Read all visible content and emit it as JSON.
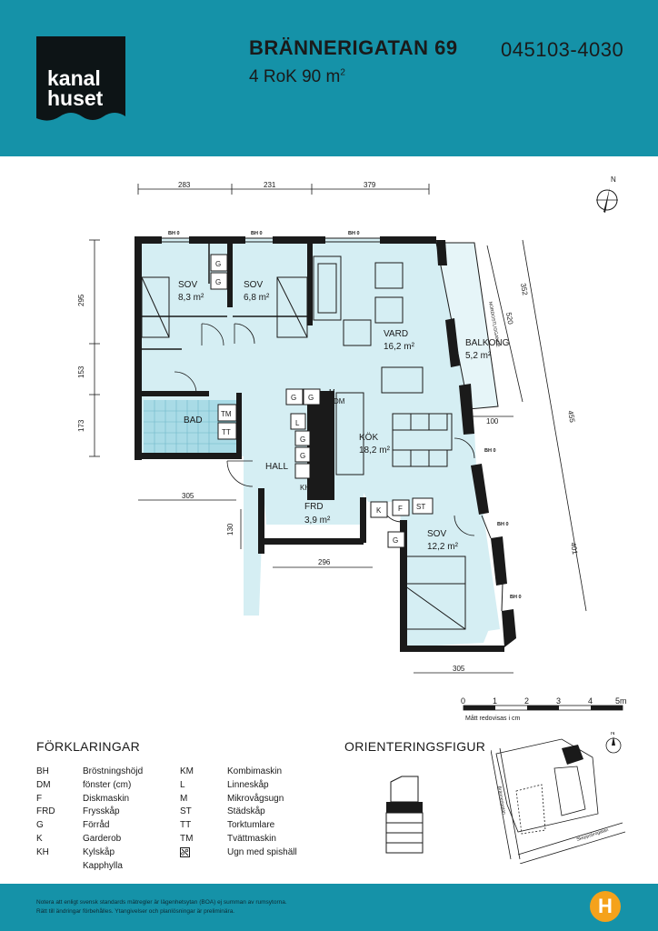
{
  "header": {
    "logo_line1": "kanal",
    "logo_line2": "huset",
    "street": "BRÄNNERIGATAN 69",
    "layout": "4 RoK 90 m",
    "layout_sup": "2",
    "apartment_number": "045103-4030",
    "background_color": "#1592a8"
  },
  "plan": {
    "rooms": {
      "sov1_name": "SOV",
      "sov1_area": "8,3 m²",
      "sov2_name": "SOV",
      "sov2_area": "6,8 m²",
      "vard_name": "VARD",
      "vard_area": "16,2 m²",
      "balkong_name": "BALKONG",
      "balkong_area": "5,2 m²",
      "bad_name": "BAD",
      "kok_name": "KÖK",
      "kok_area": "18,2 m²",
      "hall_name": "HALL",
      "frd_name": "FRD",
      "frd_area": "3,9 m²",
      "sov3_name": "SOV",
      "sov3_area": "12,2 m²"
    },
    "dimensions": {
      "top1": "283",
      "top2": "231",
      "top3": "379",
      "left1": "295",
      "left2": "153",
      "left3": "173",
      "left_bottom": "305",
      "frd_side": "130",
      "frd_bottom": "296",
      "bottom": "305",
      "right1": "352",
      "right2": "520",
      "right3": "455",
      "right4": "401",
      "balcony_depth": "100",
      "vertical_note": "NORDOSTLIGGANDE"
    },
    "fixtures": {
      "g": "G",
      "tm": "TM",
      "tt": "TT",
      "dm": "DM",
      "l": "L",
      "m": "M",
      "kh": "KH",
      "k": "K",
      "f": "F",
      "st": "ST",
      "bh": "BH 0"
    },
    "compass_label": "N",
    "scale_labels": [
      "0",
      "1",
      "2",
      "3",
      "4",
      "5m"
    ],
    "scale_caption": "Mått redovisas i cm"
  },
  "legend": {
    "heading": "FÖRKLARINGAR",
    "left_items": [
      {
        "code": "BH",
        "label": "Bröstningshöjd"
      },
      {
        "code": "",
        "label": "fönster (cm)"
      },
      {
        "code": "DM",
        "label": "Diskmaskin"
      },
      {
        "code": "F",
        "label": "Frysskåp"
      },
      {
        "code": "FRD",
        "label": "Förråd"
      },
      {
        "code": "G",
        "label": "Garderob"
      },
      {
        "code": "K",
        "label": "Kylskåp"
      },
      {
        "code": "KH",
        "label": "Kapphylla"
      }
    ],
    "right_items": [
      {
        "code": "KM",
        "label": "Kombimaskin"
      },
      {
        "code": "L",
        "label": "Linneskåp"
      },
      {
        "code": "M",
        "label": "Mikrovågsugn"
      },
      {
        "code": "ST",
        "label": "Städskåp"
      },
      {
        "code": "TT",
        "label": "Torktumlare"
      },
      {
        "code": "TM",
        "label": "Tvättmaskin"
      },
      {
        "code": "stove-icon",
        "label": "Ugn med spishäll"
      }
    ]
  },
  "orientation": {
    "heading": "ORIENTERINGSFIGUR",
    "street1": "Brännerigatan",
    "street2": "Skeppsbrogatan",
    "compass_label": "N"
  },
  "footer": {
    "note_line1": "Notera att enligt svensk standards mätregler är lägenhetsytan (BOA) ej summan av rumsytorna.",
    "note_line2": "Rätt till ändringar förbehålles. Ytangivelser och planlösningar är preliminära.",
    "brand_icon": "H",
    "icon_color": "#f5a21b"
  }
}
